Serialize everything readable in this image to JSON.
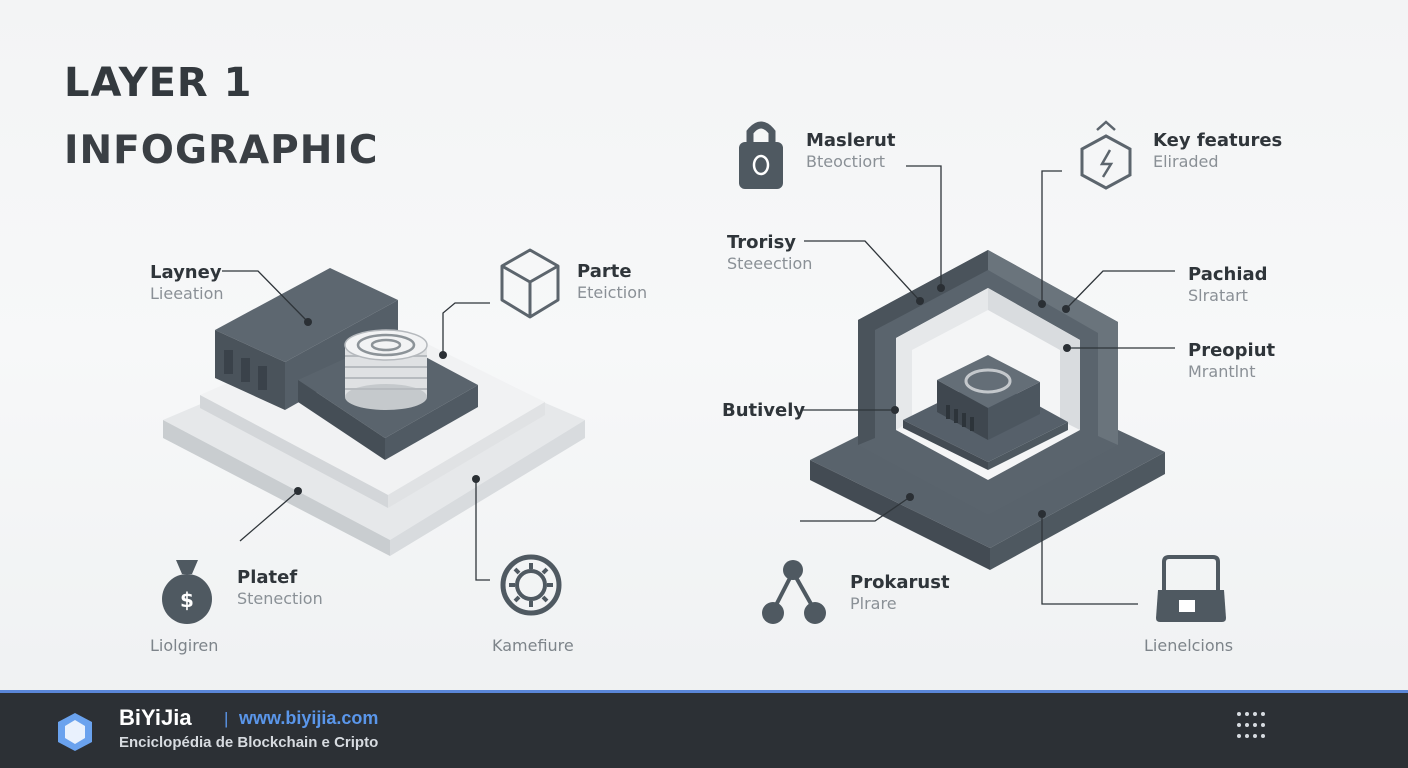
{
  "header": {
    "title_line1": "LAYER 1",
    "title_line2": "INFOGRAPHIC"
  },
  "left_diagram": {
    "labels": [
      {
        "title": "Layney",
        "subtitle": "Lieeation"
      },
      {
        "title": "Parte",
        "subtitle": "Eteiction"
      },
      {
        "title": "Platef",
        "subtitle": "Stenection"
      }
    ],
    "bottom_labels": [
      "Liolgiren",
      "Kamefiure"
    ]
  },
  "right_diagram": {
    "labels": [
      {
        "title": "Maslerut",
        "subtitle": "Bteoctiort"
      },
      {
        "title": "Key features",
        "subtitle": "Eliraded"
      },
      {
        "title": "Trorisy",
        "subtitle": "Steeection"
      },
      {
        "title": "Pachiad",
        "subtitle": "Slratart"
      },
      {
        "title": "Preopiut",
        "subtitle": "Mrantlnt"
      },
      {
        "title": "Prokarust",
        "subtitle": "Plrare"
      }
    ],
    "standalone": [
      "Butively"
    ],
    "bottom_labels": [
      "Lienelcions"
    ]
  },
  "icons": [
    "padlock-icon",
    "hexagon-lightning-icon",
    "cube-icon",
    "money-bag-icon",
    "gear-icon",
    "network-icon",
    "laptop-icon",
    "coin-stack-icon"
  ],
  "colors": {
    "dark_slate": "#4f5961",
    "light_slab": "#e4e6e8",
    "accent": "#5a96ea",
    "footer_bg": "#2c3035"
  },
  "footer": {
    "brand": "BiYiJia",
    "separator": "|",
    "url": "www.biyijia.com",
    "tagline": "Enciclopédia de Blockchain e Cripto"
  }
}
